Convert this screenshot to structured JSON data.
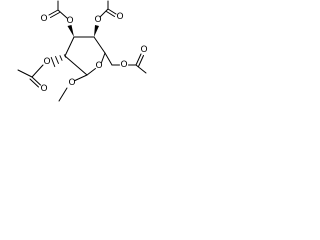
{
  "molecule": {
    "ring_oxygen": "O",
    "anomeric_oxygen": "O",
    "c2_acetoxy": {
      "ester_oxygen": "O",
      "carbonyl_oxygen": "O"
    },
    "c3_acetoxy": {
      "ester_oxygen": "O",
      "carbonyl_oxygen": "O"
    },
    "c4_acetoxy": {
      "ester_oxygen": "O",
      "carbonyl_oxygen": "O"
    },
    "c6_acetoxy": {
      "ester_oxygen": "O",
      "carbonyl_oxygen": "O"
    }
  }
}
